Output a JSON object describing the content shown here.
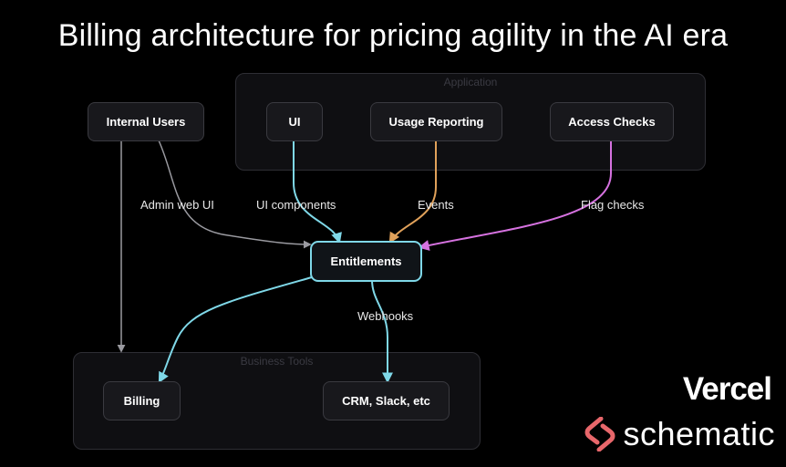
{
  "title": "Billing architecture for pricing agility in the AI era",
  "groups": {
    "application": "Application",
    "business_tools": "Business Tools"
  },
  "nodes": {
    "internal_users": "Internal Users",
    "ui": "UI",
    "usage_reporting": "Usage Reporting",
    "access_checks": "Access Checks",
    "entitlements": "Entitlements",
    "billing": "Billing",
    "crm": "CRM, Slack, etc"
  },
  "edges": {
    "admin_web_ui": "Admin web UI",
    "ui_components": "UI components",
    "events": "Events",
    "flag_checks": "Flag checks",
    "webhooks": "Webhooks"
  },
  "colors": {
    "cyan": "#7fd8e8",
    "orange": "#e0a15a",
    "magenta": "#d672e0",
    "gray": "#9a9aa0",
    "schematic_logo": "#e8676b"
  },
  "logos": {
    "vercel": "Vercel",
    "schematic": "schematic"
  }
}
